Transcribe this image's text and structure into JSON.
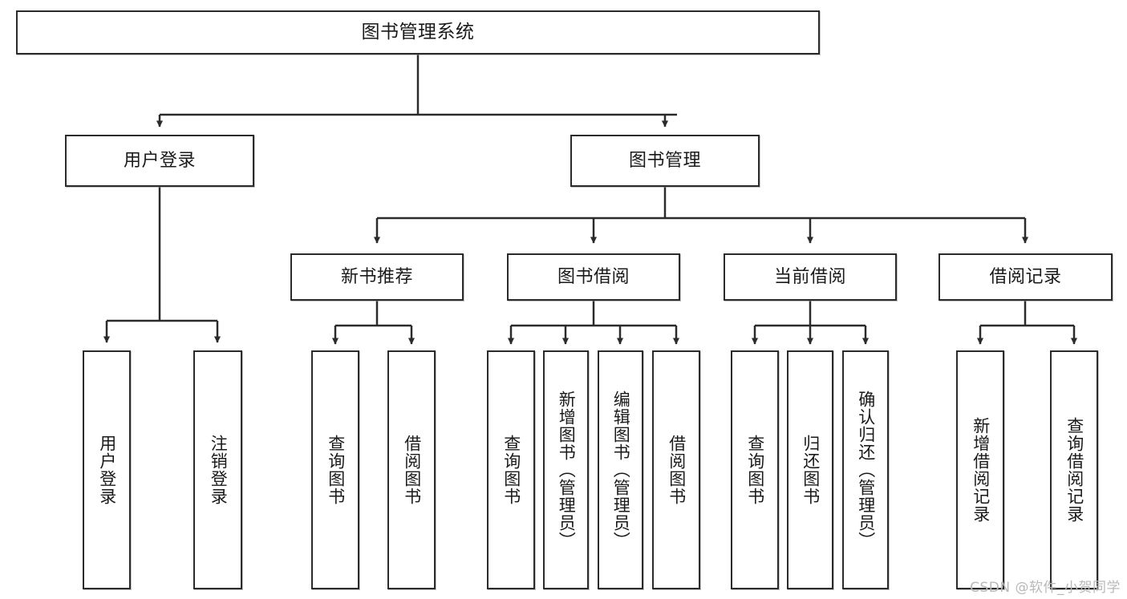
{
  "diagram": {
    "title": "图书管理系统",
    "type": "functional-structure-tree",
    "watermark": "CSDN @软件_小贺同学",
    "colors": {
      "background": "#ffffff",
      "box_border": "#2b2b2b",
      "box_fill": "#ffffff",
      "connector": "#2b2b2b",
      "text": "#1a1a1a",
      "watermark": "#b9b9b9"
    },
    "nodes": {
      "root": {
        "label": "图书管理系统"
      },
      "level2": [
        {
          "id": "user-login",
          "label": "用户登录"
        },
        {
          "id": "book-manage",
          "label": "图书管理"
        }
      ],
      "level3": [
        {
          "id": "new-book-recommend",
          "label": "新书推荐"
        },
        {
          "id": "book-borrow",
          "label": "图书借阅"
        },
        {
          "id": "current-borrow",
          "label": "当前借阅"
        },
        {
          "id": "borrow-record",
          "label": "借阅记录"
        }
      ],
      "leaves": {
        "user_login": [
          {
            "id": "leaf-user-login",
            "label": "用户登录"
          },
          {
            "id": "leaf-logout-login",
            "label": "注销登录"
          }
        ],
        "new_book_recommend": [
          {
            "id": "leaf-query-book-1",
            "label": "查询图书"
          },
          {
            "id": "leaf-borrow-book-1",
            "label": "借阅图书"
          }
        ],
        "book_borrow": [
          {
            "id": "leaf-query-book-2",
            "label": "查询图书"
          },
          {
            "id": "leaf-add-book",
            "label": "新增图书（管理员）"
          },
          {
            "id": "leaf-edit-book",
            "label": "编辑图书（管理员）"
          },
          {
            "id": "leaf-borrow-book-2",
            "label": "借阅图书"
          }
        ],
        "current_borrow": [
          {
            "id": "leaf-query-book-3",
            "label": "查询图书"
          },
          {
            "id": "leaf-return-book",
            "label": "归还图书"
          },
          {
            "id": "leaf-confirm-return",
            "label": "确认归还（管理员）"
          }
        ],
        "borrow_record": [
          {
            "id": "leaf-add-record",
            "label": "新增借阅记录"
          },
          {
            "id": "leaf-query-record",
            "label": "查询借阅记录"
          }
        ]
      }
    }
  }
}
